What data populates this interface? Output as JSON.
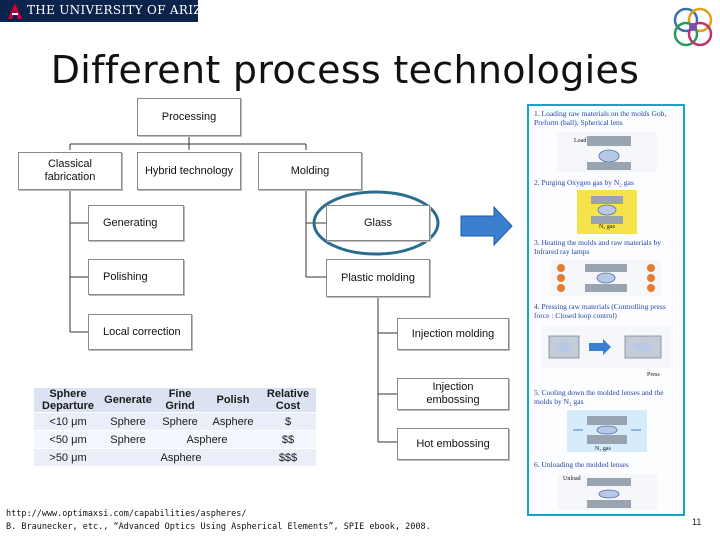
{
  "header": {
    "university": "THE UNIVERSITY OF ARIZONA"
  },
  "title": "Different process technologies",
  "tree": {
    "root": "Processing",
    "classical": "Classical fabrication",
    "hybrid": "Hybrid technology",
    "molding": "Molding",
    "generating": "Generating",
    "polishing": "Polishing",
    "local_correction": "Local correction",
    "glass": "Glass",
    "plastic_molding": "Plastic molding",
    "injection_molding": "Injection molding",
    "injection_embossing": "Injection embossing",
    "hot_embossing": "Hot embossing"
  },
  "table": {
    "header": [
      "Sphere Departure",
      "Generate",
      "Fine Grind",
      "Polish",
      "Relative Cost"
    ],
    "rows": [
      [
        "<10 μm",
        "Sphere",
        "Sphere",
        "Asphere",
        "$"
      ],
      [
        "<50 μm",
        "Sphere",
        "Asphere",
        "",
        "$$"
      ],
      [
        ">50 μm",
        "Asphere",
        "",
        "",
        "$$$"
      ]
    ]
  },
  "panel": {
    "step1": "1. Loading raw materials on the molds Gob, Preform (ball), Spherical lens",
    "step1_tag": "Load",
    "step2": "2. Purging Oxygen gas by N₂ gas",
    "step2_tag": "N₂ gas",
    "step3": "3. Heating the molds and raw materials by Infrared ray lamps",
    "step4": "4. Pressing raw materials (Controlling press force : Closed loop control)",
    "step4_tag": "Press",
    "step5": "5. Cooling down the molded lenses and the molds by N₂ gas",
    "step5_tag": "N₂ gas",
    "step6": "6. Unloading the molded lenses",
    "step6_tag": "Unload"
  },
  "footer": {
    "ref1": "http://www.optimaxsi.com/capabilities/aspheres/",
    "ref2": "B. Braunecker, etc., “Advanced Optics Using Aspherical Elements”, SPIE ebook, 2008.",
    "page": "11"
  },
  "colors": {
    "brand_navy": "#0c234b",
    "highlight_ellipse": "#2a6e8f",
    "arrow_blue": "#3a7fd0",
    "panel_border": "#1aa3c5"
  }
}
